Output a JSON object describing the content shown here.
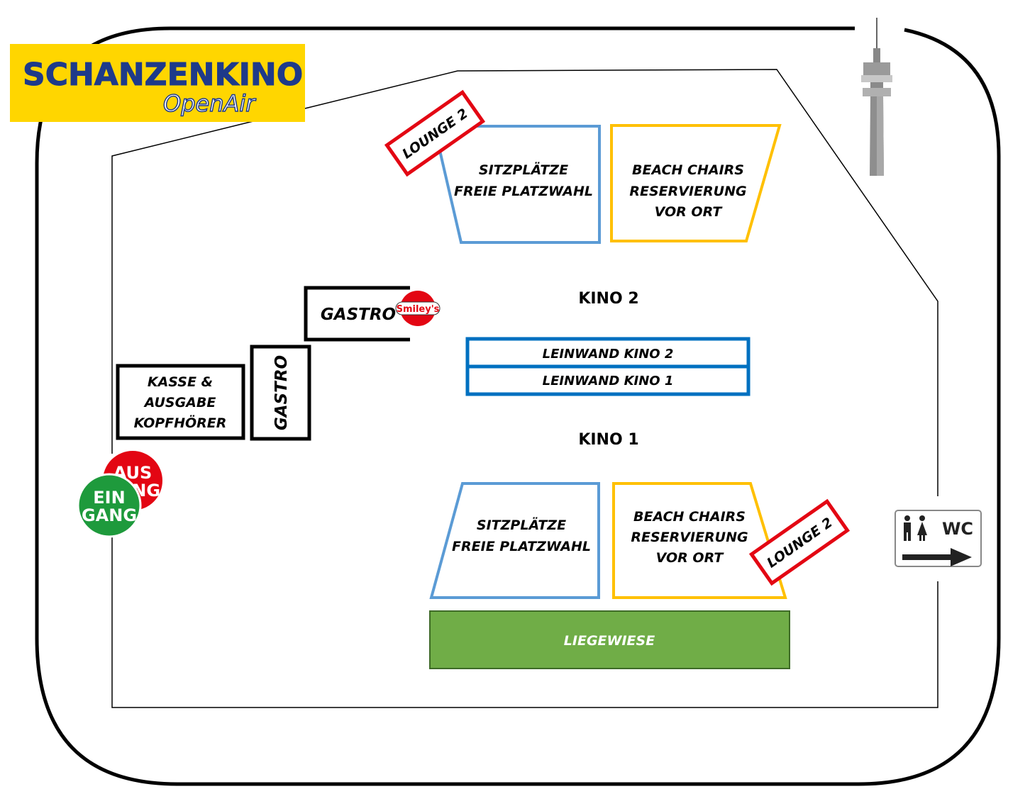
{
  "logo": {
    "main_text": "SCHANZENKINO",
    "sub_text": "OpenAir",
    "background_color": "#FFD600",
    "text_color": "#1E3A8A"
  },
  "areas": {
    "kino2_seats": {
      "line1": "SITZPLÄTZE",
      "line2": "FREIE PLATZWAHL",
      "border_color": "#5B9BD5"
    },
    "kino2_beach": {
      "line1": "BEACH CHAIRS",
      "line2": "RESERVIERUNG",
      "line3": "VOR ORT",
      "border_color": "#FFC000"
    },
    "kino2_lounge": {
      "label": "LOUNGE 2",
      "border_color": "#E30613"
    },
    "kino2_label": "KINO 2",
    "screen_kino2": "LEINWAND KINO 2",
    "screen_kino1": "LEINWAND KINO 1",
    "screen_border_color": "#0070C0",
    "kino1_label": "KINO 1",
    "kino1_seats": {
      "line1": "SITZPLÄTZE",
      "line2": "FREIE PLATZWAHL",
      "border_color": "#5B9BD5"
    },
    "kino1_beach": {
      "line1": "BEACH CHAIRS",
      "line2": "RESERVIERUNG",
      "line3": "VOR ORT",
      "border_color": "#FFC000"
    },
    "kino1_lounge": {
      "label": "LOUNGE 2",
      "border_color": "#E30613"
    },
    "liegewiese": {
      "label": "LIEGEWIESE",
      "fill_color": "#70AD47"
    },
    "gastro_top": "GASTRO",
    "gastro_vertical": "GASTRO",
    "kasse": {
      "line1": "KASSE &",
      "line2": "AUSGABE",
      "line3": "KOPFHÖRER"
    },
    "smileys_badge": "Smiley's",
    "ausgang": {
      "line1": "AUS",
      "line2": "GANG",
      "color": "#E30613"
    },
    "eingang": {
      "line1": "EIN",
      "line2": "GANG",
      "color": "#1E9A3C"
    },
    "wc_sign": {
      "label": "WC",
      "icon": "restroom-icon",
      "arrow_icon": "arrow-right-icon"
    },
    "tower_icon": "tv-tower-icon"
  }
}
